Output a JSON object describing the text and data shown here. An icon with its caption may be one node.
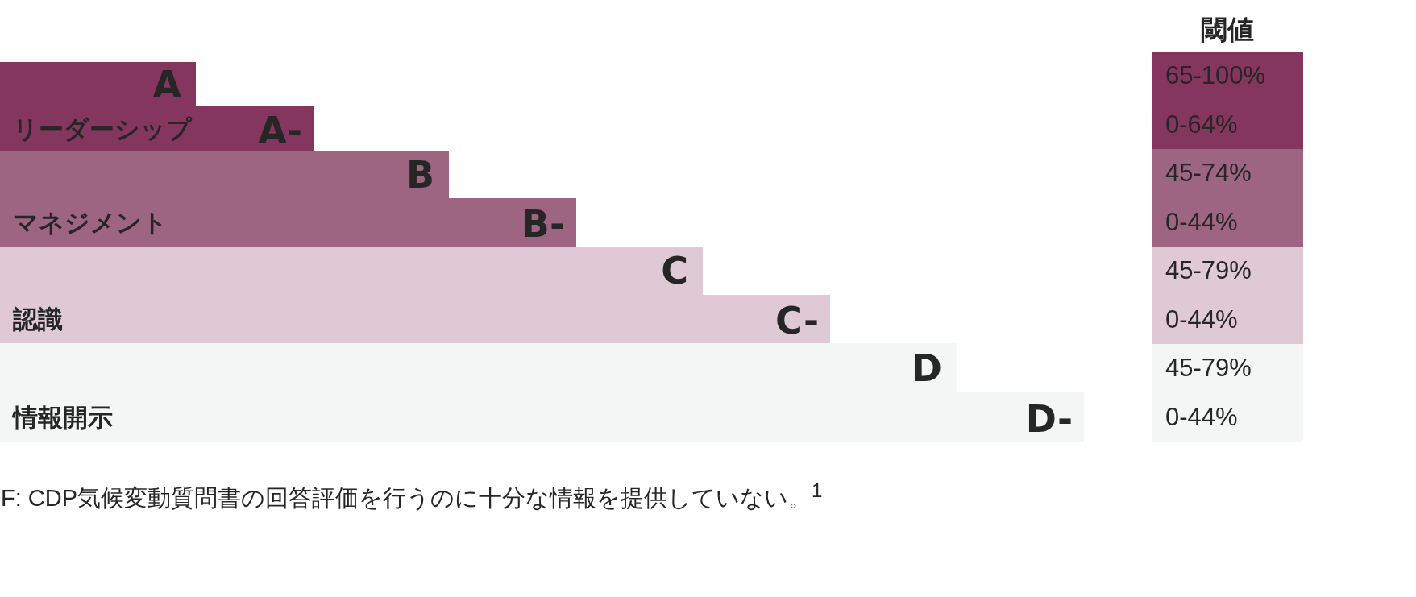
{
  "diagram": {
    "nodes": [
      {
        "text": [
          "A",
          "リーダーシップ",
          "A-"
        ]
      },
      {
        "text": [
          "B",
          "マネジメント",
          "B-"
        ]
      },
      {
        "text": [
          "C",
          "認識",
          "C-"
        ]
      },
      {
        "text": [
          "D",
          "情報開示",
          "D-"
        ]
      },
      {
        "text": [
          "65-100%",
          "0-64%"
        ]
      },
      {
        "text": [
          "45-74%",
          "0-44%"
        ]
      },
      {
        "text": [
          "45-79%",
          "0-44%"
        ]
      },
      {
        "text": [
          "45-79%",
          "0-44%"
        ]
      }
    ],
    "labels": [
      "閾値"
    ],
    "caption": "F: CDP気候変動質問書の回答評価を行うのに十分な情報を提供していない。$^{1}$"
  }
}
